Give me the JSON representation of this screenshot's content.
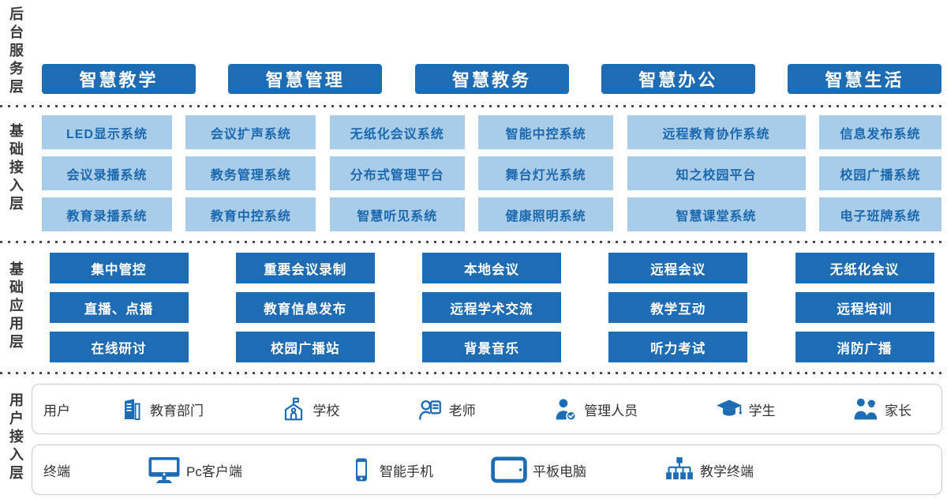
{
  "colors": {
    "primary": "#1e6db4",
    "light_box_bg": "#a9cce9",
    "light_box_text": "#1a68af",
    "layer_label_text": "#3a3a3a",
    "round_box_border": "#c9c9c9",
    "separator_dots": "#4a4a4a"
  },
  "service_layer": {
    "label": "后台服务层",
    "buttons": [
      "智慧教学",
      "智慧管理",
      "智慧教务",
      "智慧办公",
      "智慧生活"
    ]
  },
  "access_layer": {
    "label": "基础接入层",
    "rows": [
      [
        "LED显示系统",
        "会议扩声系统",
        "无纸化会议系统",
        "智能中控系统",
        "远程教育协作系统",
        "信息发布系统"
      ],
      [
        "会议录播系统",
        "教务管理系统",
        "分布式管理平台",
        "舞台灯光系统",
        "知之校园平台",
        "校园广播系统"
      ],
      [
        "教育录播系统",
        "教育中控系统",
        "智慧听见系统",
        "健康照明系统",
        "智慧课堂系统",
        "电子班牌系统"
      ]
    ]
  },
  "app_layer": {
    "label": "基础应用层",
    "columns": [
      [
        "集中管控",
        "直播、点播",
        "在线研讨"
      ],
      [
        "重要会议录制",
        "教育信息发布",
        "校园广播站"
      ],
      [
        "本地会议",
        "远程学术交流",
        "背景音乐"
      ],
      [
        "远程会议",
        "教学互动",
        "听力考试"
      ],
      [
        "无纸化会议",
        "远程培训",
        "消防广播"
      ]
    ]
  },
  "user_layer": {
    "label": "用户接入层",
    "users": {
      "label": "用户",
      "items": [
        {
          "icon": "education-department-icon",
          "label": "教育部门"
        },
        {
          "icon": "school-icon",
          "label": "学校"
        },
        {
          "icon": "teacher-icon",
          "label": "老师"
        },
        {
          "icon": "admin-icon",
          "label": "管理人员"
        },
        {
          "icon": "student-icon",
          "label": "学生"
        },
        {
          "icon": "parents-icon",
          "label": "家长"
        }
      ]
    },
    "terminals": {
      "label": "终端",
      "items": [
        {
          "icon": "pc-icon",
          "label": "Pc客户端"
        },
        {
          "icon": "smartphone-icon",
          "label": "智能手机"
        },
        {
          "icon": "tablet-icon",
          "label": "平板电脑"
        },
        {
          "icon": "teaching-terminal-icon",
          "label": "教学终端"
        }
      ]
    }
  }
}
